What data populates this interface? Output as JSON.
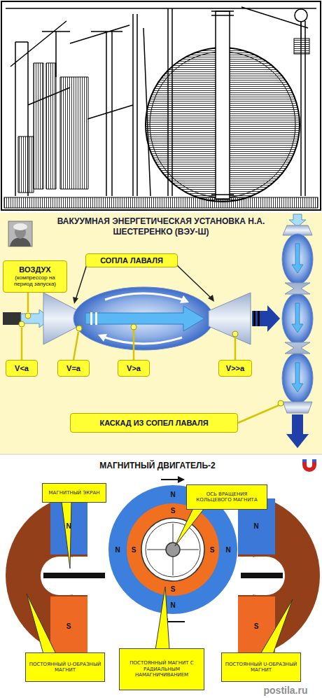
{
  "diagram": {
    "title": "ВАКУУМНАЯ ЭНЕРГЕТИЧЕСКАЯ УСТАНОВКА Н.А. ШЕСТЕРЕНКО (ВЭУ-Ш)",
    "nodes": [
      {
        "text": [
          "ВОЗДУХ",
          "(компрессор на период запуска)"
        ]
      },
      {
        "text": [
          "СОПЛА ЛАВАЛЯ"
        ]
      },
      {
        "text": [
          "V<a"
        ]
      },
      {
        "text": [
          "V=a"
        ]
      },
      {
        "text": [
          "V>a"
        ]
      },
      {
        "text": [
          "V>>a"
        ]
      },
      {
        "text": [
          "КАСКАД ИЗ СОПЕЛ ЛАВАЛЯ"
        ]
      },
      {
        "text": [
          "МАГНИТНЫЙ ЭКРАН"
        ]
      },
      {
        "text": [
          "ОСЬ ВРАЩЕНИЯ КОЛЬЦЕВОГО МАГНИТА"
        ]
      },
      {
        "text": [
          "ПОСТОЯННЫЙ U-ОБРАЗНЫЙ МАГНИТ"
        ]
      },
      {
        "text": [
          "ПОСТОЯННЫЙ МАГНИТ С РАДИАЛЬНЫМ НАМАГНИЧИВАНИЕМ"
        ]
      },
      {
        "text": [
          "ПОСТОЯННЫЙ U-ОБРАЗНЫЙ МАГНИТ"
        ]
      }
    ],
    "labels": [
      "МАГНИТНЫЙ ДВИГАТЕЛЬ-2",
      "N",
      "N",
      "N",
      "S",
      "N",
      "S",
      "S",
      "N",
      "S",
      "N",
      "S",
      "S",
      "postila.ru"
    ]
  }
}
